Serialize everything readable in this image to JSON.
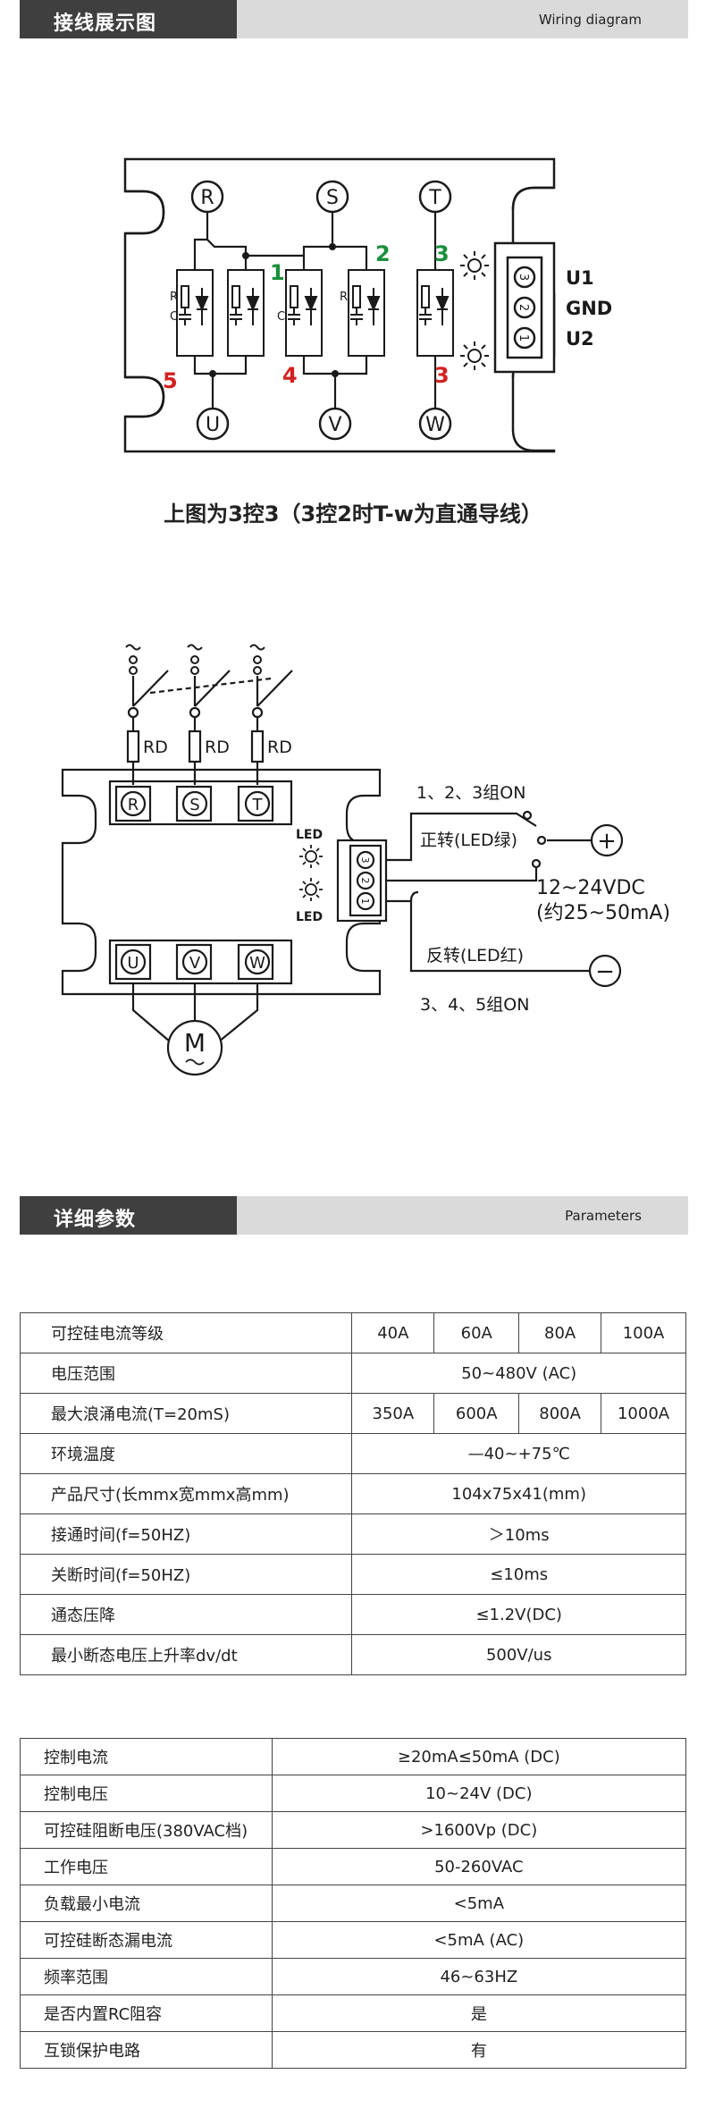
{
  "section1": {
    "title": "接线展示图",
    "subtitle": "Wiring diagram"
  },
  "diagram1": {
    "inputs": [
      "R",
      "S",
      "T"
    ],
    "outputs": [
      "U",
      "V",
      "W"
    ],
    "group_numbers": {
      "g1": "1",
      "g2": "2",
      "g3a": "3",
      "g3b": "3",
      "g4": "4",
      "g5": "5"
    },
    "scr_labels": {
      "r": "R",
      "c": "C"
    },
    "terminal_numbers": [
      "3",
      "2",
      "1"
    ],
    "terminal_labels": [
      "U1",
      "GND",
      "U2"
    ],
    "colors": {
      "green": "#1a8f3c",
      "red": "#d42020",
      "line": "#1a1a1a"
    }
  },
  "caption": "上图为3控3（3控2时T-w为直通导线）",
  "diagram2": {
    "fuse_label": "RD",
    "inputs": [
      "R",
      "S",
      "T"
    ],
    "outputs": [
      "U",
      "V",
      "W"
    ],
    "led_label": "LED",
    "terminal_numbers": [
      "3",
      "2",
      "1"
    ],
    "forward_groups": "1、2、3组ON",
    "forward_label": "正转(LED绿)",
    "voltage": "12~24VDC",
    "current": "(约25~50mA)",
    "reverse_label": "反转(LED红)",
    "reverse_groups": "3、4、5组ON",
    "motor_label": "M",
    "plus": "+",
    "minus": "−"
  },
  "section2": {
    "title": "详细参数",
    "subtitle": "Parameters"
  },
  "table1": {
    "rows": [
      {
        "label": "可控硅电流等级",
        "values": [
          "40A",
          "60A",
          "80A",
          "100A"
        ]
      },
      {
        "label": "电压范围",
        "value": "50~480V (AC)"
      },
      {
        "label": "最大浪涌电流(T=20mS)",
        "values": [
          "350A",
          "600A",
          "800A",
          "1000A"
        ]
      },
      {
        "label": "环境温度",
        "value": "—40~+75℃"
      },
      {
        "label": "产品尺寸(长mmx宽mmx高mm)",
        "value": "104x75x41(mm)"
      },
      {
        "label": "接通时间(f=50HZ)",
        "value": "＞10ms"
      },
      {
        "label": "关断时间(f=50HZ)",
        "value": "≤10ms"
      },
      {
        "label": "通态压降",
        "value": "≤1.2V(DC)"
      },
      {
        "label": "最小断态电压上升率dv/dt",
        "value": "500V/us"
      }
    ]
  },
  "table2": {
    "rows": [
      {
        "label": "控制电流",
        "value": "≥20mA≤50mA (DC)"
      },
      {
        "label": "控制电压",
        "value": "10~24V (DC)"
      },
      {
        "label": "可控硅阻断电压(380VAC档)",
        "value": ">1600Vp (DC)"
      },
      {
        "label": "工作电压",
        "value": "50-260VAC"
      },
      {
        "label": "负载最小电流",
        "value": "<5mA"
      },
      {
        "label": "可控硅断态漏电流",
        "value": "<5mA  (AC)"
      },
      {
        "label": "频率范围",
        "value": "46~63HZ"
      },
      {
        "label": "是否内置RC阻容",
        "value": "是"
      },
      {
        "label": "互锁保护电路",
        "value": "有"
      }
    ]
  }
}
